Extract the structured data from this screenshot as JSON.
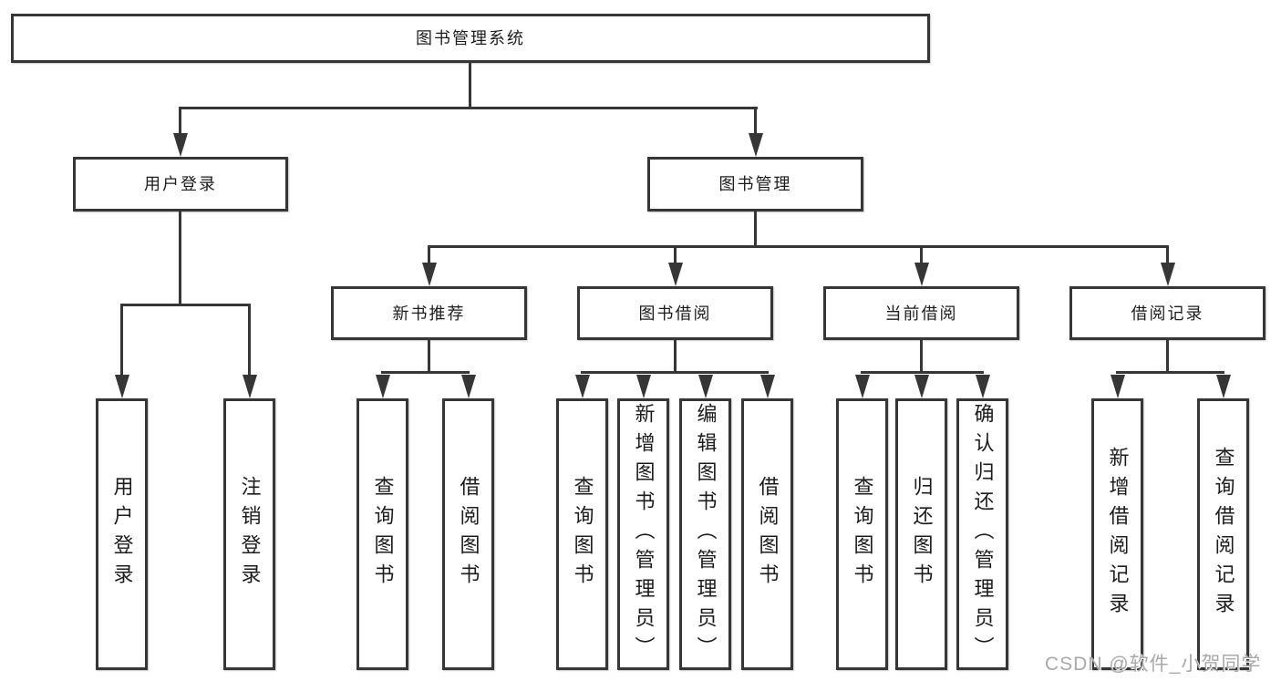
{
  "tree": {
    "root": {
      "label": "图书管理系统"
    },
    "branches": [
      {
        "label": "用户登录",
        "children": [
          "用户登录",
          "注销登录"
        ]
      },
      {
        "label": "图书管理",
        "sections": [
          {
            "label": "新书推荐",
            "children": [
              "查询图书",
              "借阅图书"
            ]
          },
          {
            "label": "图书借阅",
            "children": [
              "查询图书",
              "新增图书（管理员）",
              "编辑图书（管理员）",
              "借阅图书"
            ]
          },
          {
            "label": "当前借阅",
            "children": [
              "查询图书",
              "归还图书",
              "确认归还（管理员）"
            ]
          },
          {
            "label": "借阅记录",
            "children": [
              "新增借阅记录",
              "查询借阅记录"
            ]
          }
        ]
      }
    ]
  },
  "watermark": "CSDN @软件_小贺同学",
  "colors": {
    "line": "#363636",
    "text": "#1c1c1c",
    "watermark": "#a8a8a8",
    "background": "#ffffff"
  }
}
